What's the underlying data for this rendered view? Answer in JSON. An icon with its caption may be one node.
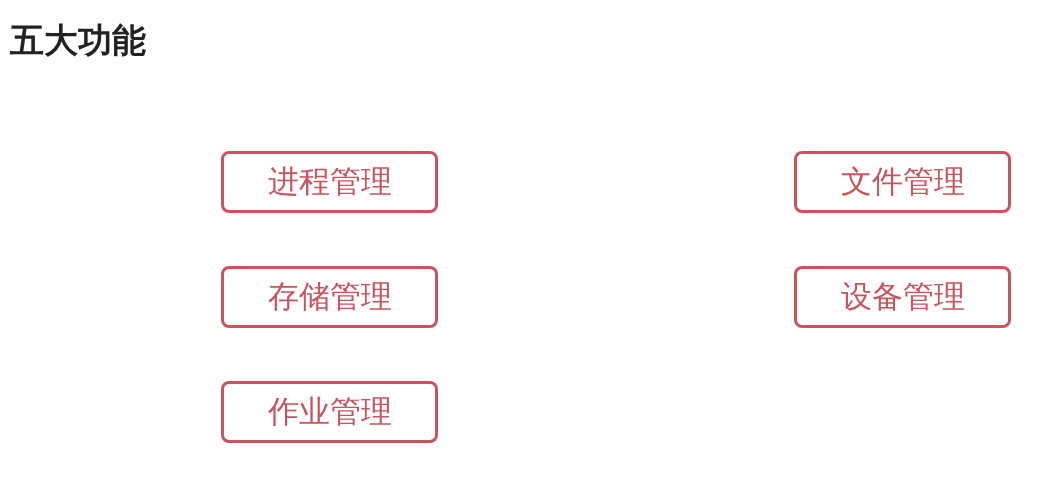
{
  "diagram": {
    "title": "五大功能",
    "nodes": [
      {
        "text": [
          "进程管理"
        ]
      },
      {
        "text": [
          "文件管理"
        ]
      },
      {
        "text": [
          "存储管理"
        ]
      },
      {
        "text": [
          "设备管理"
        ]
      },
      {
        "text": [
          "作业管理"
        ]
      }
    ]
  }
}
